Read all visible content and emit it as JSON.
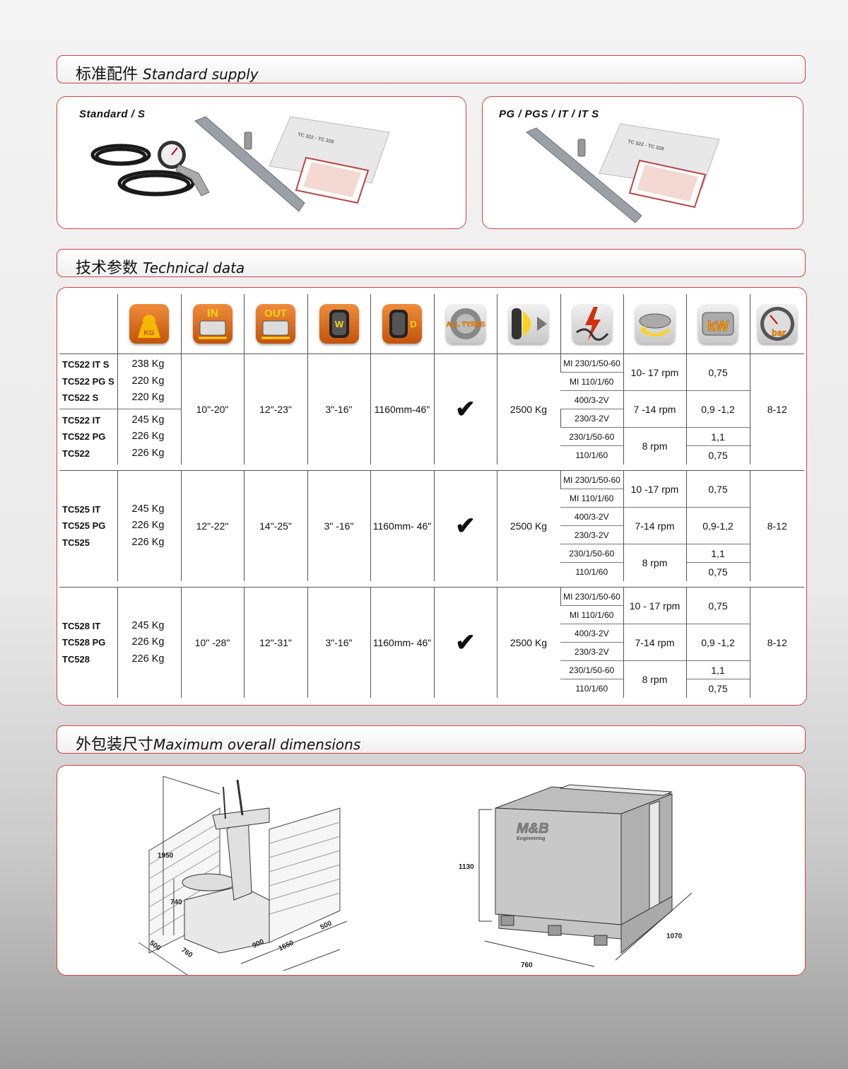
{
  "section1": {
    "cn": "标准配件",
    "en": "Standard supply"
  },
  "supply": {
    "left_title": "Standard / S",
    "right_title": "PG / PGS / IT / IT S",
    "manual_title": "TC 322 - TC 328"
  },
  "section2": {
    "cn": "技术参数",
    "en": "Technical data"
  },
  "icons": {
    "weight": {
      "label": "KG",
      "color": "#e06a0a"
    },
    "rim_in": {
      "label": "IN",
      "color": "#e06a0a"
    },
    "rim_out": {
      "label": "OUT",
      "color": "#e06a0a"
    },
    "width": {
      "label": "W",
      "color": "#e06a0a"
    },
    "diameter": {
      "label": "D",
      "color": "#e06a0a"
    },
    "all_tyres": {
      "label": "ALL TYRES",
      "color": "#e06a0a"
    },
    "bead_breaker": {
      "label": "",
      "color": "#e06a0a"
    },
    "power_supply": {
      "label": "",
      "color": "#d8d8d8"
    },
    "rotation": {
      "label": "",
      "color": "#d8d8d8"
    },
    "power": {
      "label": "kW",
      "color": "#d8d8d8"
    },
    "pressure": {
      "label": "bar",
      "color": "#d8d8d8"
    }
  },
  "groups": [
    {
      "models": [
        "TC522 IT S",
        "TC522 PG S",
        "TC522 S"
      ],
      "weights": [
        "238 Kg",
        "220 Kg",
        "220 Kg"
      ],
      "models2": [
        "TC522 IT",
        "TC522 PG",
        "TC522"
      ],
      "weights2": [
        "245 Kg",
        "226 Kg",
        "226 Kg"
      ],
      "rim_in": "10\"-20\"",
      "rim_out": "12\"-23\"",
      "width": "3\"-16\"",
      "diameter": "1160mm-46\"",
      "all_tyres": "✔",
      "bead_force": "2500 Kg",
      "supply": [
        "MI 230/1/50-60",
        "MI 110/1/60",
        "400/3-2V",
        "230/3-2V",
        "230/1/50-60",
        "110/1/60"
      ],
      "rpm": [
        "10- 17 rpm",
        "7 -14 rpm",
        "8 rpm"
      ],
      "kw": [
        "0,75",
        "0,9 -1,2",
        "1,1",
        "0,75"
      ],
      "bar": "8-12"
    },
    {
      "models": [
        "TC525 IT",
        "TC525 PG",
        "TC525"
      ],
      "weights": [
        "245 Kg",
        "226 Kg",
        "226 Kg"
      ],
      "rim_in": "12\"-22\"",
      "rim_out": "14\"-25\"",
      "width": "3\" -16\"",
      "diameter": "1160mm- 46\"",
      "all_tyres": "✔",
      "bead_force": "2500 Kg",
      "supply": [
        "MI 230/1/50-60",
        "MI 110/1/60",
        "400/3-2V",
        "230/3-2V",
        "230/1/50-60",
        "110/1/60"
      ],
      "rpm": [
        "10 -17 rpm",
        "7-14 rpm",
        "8 rpm"
      ],
      "kw": [
        "0,75",
        "0,9-1,2",
        "1,1",
        "0,75"
      ],
      "bar": "8-12"
    },
    {
      "models": [
        "TC528 IT",
        "TC528 PG",
        "TC528"
      ],
      "weights": [
        "245 Kg",
        "226 Kg",
        "226 Kg"
      ],
      "rim_in": "10\" -28\"",
      "rim_out": "12\"-31\"",
      "width": "3\"-16\"",
      "diameter": "1160mm- 46\"",
      "all_tyres": "✔",
      "bead_force": "2500 Kg",
      "supply": [
        "MI 230/1/50-60",
        "MI 110/1/60",
        "400/3-2V",
        "230/3-2V",
        "230/1/50-60",
        "110/1/60"
      ],
      "rpm": [
        "10 - 17 rpm",
        "7-14 rpm",
        "8 rpm"
      ],
      "kw": [
        "0,75",
        "0,9 -1,2",
        "1,1",
        "0,75"
      ],
      "bar": "8-12"
    }
  ],
  "section3": {
    "cn": "外包装尺寸",
    "en": "Maximum overall dimensions"
  },
  "dims_machine": {
    "height": "1950",
    "table": "740",
    "left": "500",
    "depth": "760",
    "width": "900",
    "total": "1650",
    "right": "500"
  },
  "dims_package": {
    "height": "1130",
    "depth": "760",
    "width": "1070",
    "brand": "M&B",
    "brand_sub": "Engineering"
  }
}
